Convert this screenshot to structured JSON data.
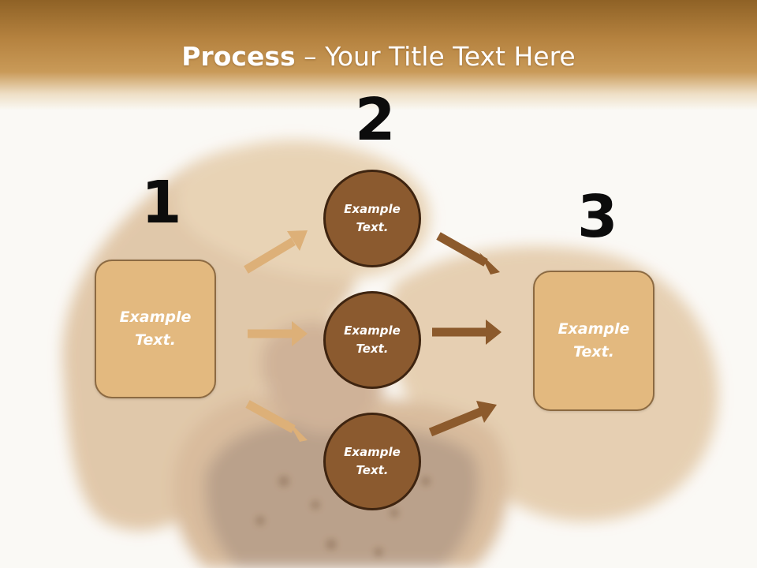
{
  "title": {
    "bold": "Process",
    "rest": " – Your Title Text Here"
  },
  "numbers": {
    "n1": "1",
    "n2": "2",
    "n3": "3"
  },
  "box_left": {
    "label": "Example Text."
  },
  "box_right": {
    "label": "Example Text."
  },
  "circles": [
    {
      "label": "Example Text."
    },
    {
      "label": "Example Text."
    },
    {
      "label": "Example Text."
    }
  ],
  "colors": {
    "header": "#b5823f",
    "box_fill": "#e3b97f",
    "circle_fill": "#8b5a2f",
    "arrow_light": "#ddb078",
    "arrow_dark": "#8c5a2c"
  }
}
